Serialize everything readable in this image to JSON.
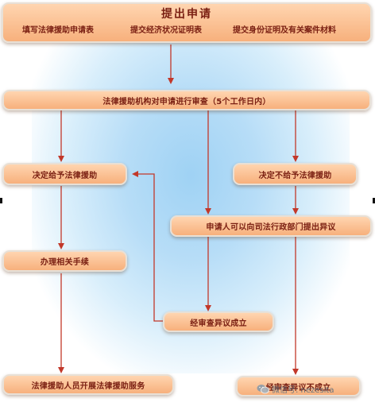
{
  "header": {
    "title": "提出申请",
    "items": [
      "填写法律援助申请表",
      "提交经济状况证明表",
      "提交身份证明及有关案件材料"
    ]
  },
  "steps": {
    "review": "法律援助机构对申请进行审查（5个工作日内）",
    "grant": "决定给予法律援助",
    "deny": "决定不给予法律援助",
    "objection": "申请人可以向司法行政部门提出异议",
    "procedures": "办理相关手续",
    "objection_upheld": "经审查异议成立",
    "provide_service": "法律援助人员开展法律援助服务",
    "objection_rejected": "经审查异议不成立"
  },
  "watermark": {
    "icon": "wechat-icon",
    "text": "微信号: nezesita"
  },
  "colors": {
    "box_fill_top": "#ffd5b0",
    "box_fill_bottom": "#f7b07c",
    "text": "#7a1f12",
    "arrow": "#c2382a",
    "background_glow": "#9fd2f4"
  }
}
